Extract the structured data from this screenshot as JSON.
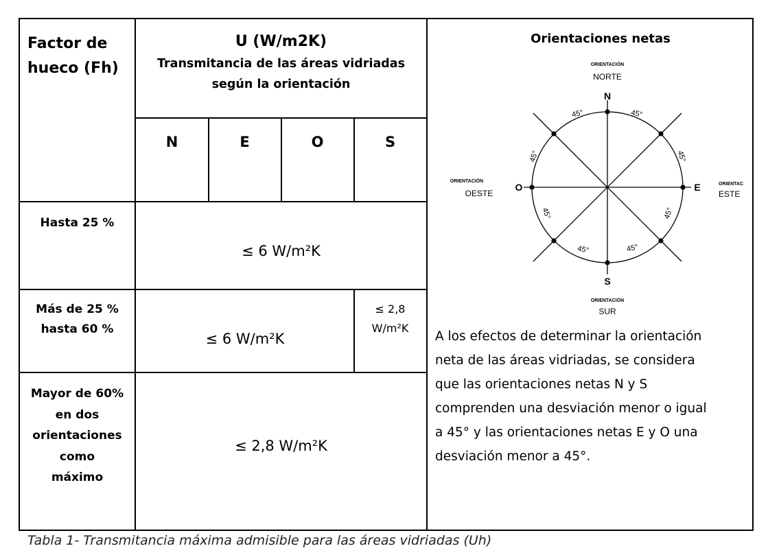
{
  "table": {
    "header": {
      "factor_line1": "Factor de",
      "factor_line2": "hueco (Fh)",
      "u_title": "U (W/m2K)",
      "u_sub_line1": "Transmitancia de las áreas vidriadas",
      "u_sub_line2": "según la orientación",
      "orientations": [
        "N",
        "E",
        "O",
        "S"
      ]
    },
    "rows": [
      {
        "label": [
          "Hasta 25 %"
        ],
        "value": "≤ 6 W/m²K"
      },
      {
        "label": [
          "Más de 25 %",
          "hasta 60 %"
        ],
        "value": "≤ 6 W/m²K",
        "value_s_line1": "≤ 2,8",
        "value_s_line2": "W/m²K"
      },
      {
        "label": [
          "Mayor de 60%",
          "en dos",
          "orientaciones",
          "como",
          "máximo"
        ],
        "value": "≤ 2,8 W/m²K"
      }
    ]
  },
  "compass": {
    "title": "Orientaciones netas",
    "small_label": "ORIENTACIÓN",
    "north": "NORTE",
    "south": "SUR",
    "east": "ESTE",
    "west": "OESTE",
    "east_cut": "ORIENTAC",
    "letters": {
      "n": "N",
      "s": "S",
      "e": "E",
      "o": "O"
    },
    "angle": "45°"
  },
  "description": [
    "A los efectos de determinar la orientación",
    "neta de las áreas vidriadas, se considera",
    "que las orientaciones netas N y S",
    "comprenden una desviación menor o igual",
    "a 45° y las orientaciones netas E y O una",
    "desviación menor a 45°."
  ],
  "caption": "Tabla 1- Transmitancia máxima admisible para las áreas vidriadas (Uh)"
}
